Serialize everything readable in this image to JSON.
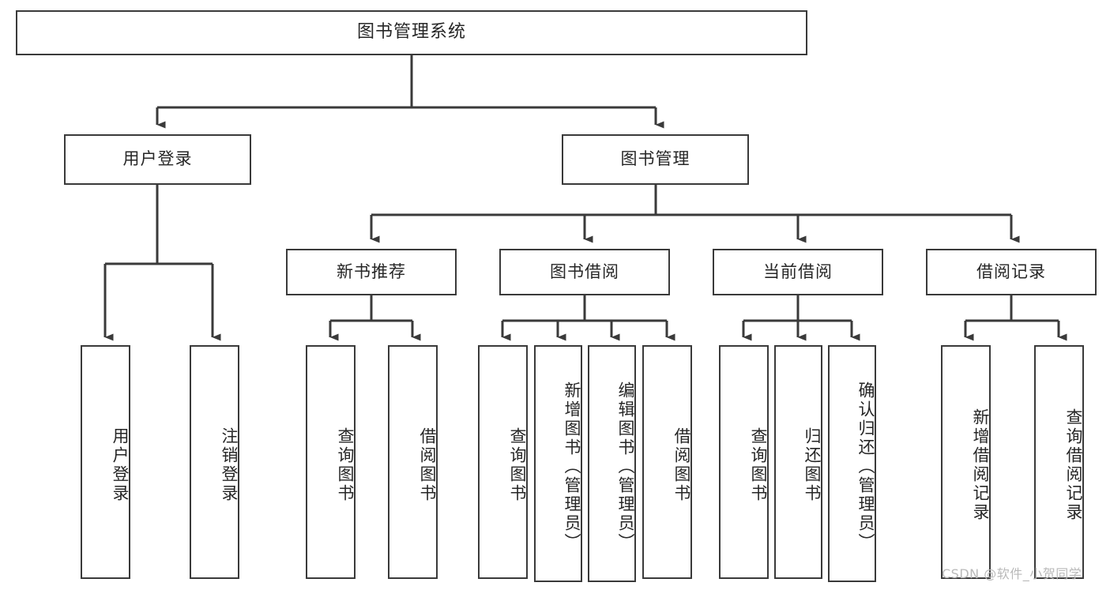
{
  "diagram": {
    "type": "tree-hierarchy",
    "title": "图书管理系统",
    "watermark": "CSDN @软件_小贺同学",
    "colors": {
      "node_border": "#3a3a3a",
      "node_fill": "#ffffff",
      "edge": "#3a3a3a",
      "text": "#262626",
      "watermark": "#b9b9b9",
      "background": "#ffffff"
    },
    "levels": {
      "root": {
        "label": "图书管理系统"
      },
      "level2": [
        {
          "id": "user-login",
          "label": "用户登录"
        },
        {
          "id": "book-manage",
          "label": "图书管理"
        }
      ],
      "level3": [
        {
          "id": "new-book-recommend",
          "label": "新书推荐",
          "parent": "book-manage"
        },
        {
          "id": "book-borrow",
          "label": "图书借阅",
          "parent": "book-manage"
        },
        {
          "id": "current-borrow",
          "label": "当前借阅",
          "parent": "book-manage"
        },
        {
          "id": "borrow-record",
          "label": "借阅记录",
          "parent": "book-manage"
        }
      ],
      "leaves": [
        {
          "id": "leaf-user-login",
          "label": "用户登录",
          "parent": "user-login"
        },
        {
          "id": "leaf-user-logout",
          "label": "注销登录",
          "parent": "user-login"
        },
        {
          "id": "leaf-query-book-1",
          "label": "查询图书",
          "parent": "new-book-recommend"
        },
        {
          "id": "leaf-borrow-book-1",
          "label": "借阅图书",
          "parent": "new-book-recommend"
        },
        {
          "id": "leaf-query-book-2",
          "label": "查询图书",
          "parent": "book-borrow"
        },
        {
          "id": "leaf-add-book",
          "label": "新增图书（管理员）",
          "parent": "book-borrow"
        },
        {
          "id": "leaf-edit-book",
          "label": "编辑图书（管理员）",
          "parent": "book-borrow"
        },
        {
          "id": "leaf-borrow-book-2",
          "label": "借阅图书",
          "parent": "book-borrow"
        },
        {
          "id": "leaf-query-book-3",
          "label": "查询图书",
          "parent": "current-borrow"
        },
        {
          "id": "leaf-return-book",
          "label": "归还图书",
          "parent": "current-borrow"
        },
        {
          "id": "leaf-confirm-return",
          "label": "确认归还（管理员）",
          "parent": "current-borrow"
        },
        {
          "id": "leaf-add-record",
          "label": "新增借阅记录",
          "parent": "borrow-record"
        },
        {
          "id": "leaf-query-record",
          "label": "查询借阅记录",
          "parent": "borrow-record"
        }
      ]
    }
  }
}
